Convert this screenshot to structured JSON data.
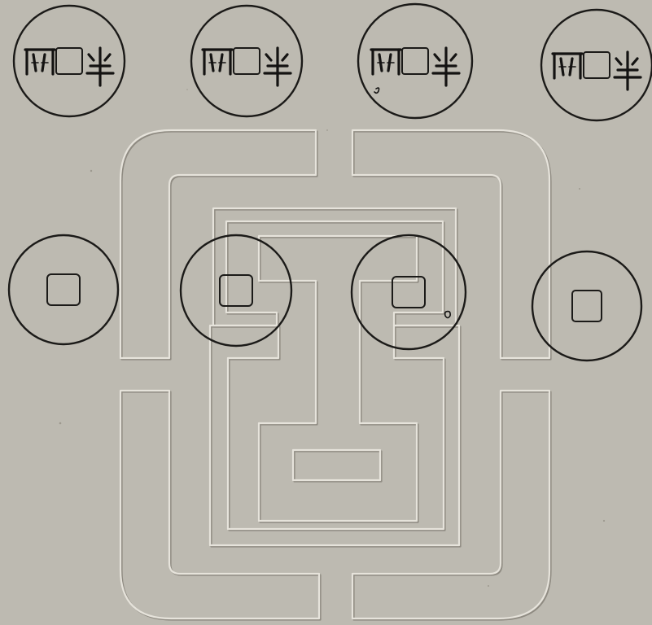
{
  "colors": {
    "paper": "#bdbab1",
    "ink": "#1b1a18",
    "emboss_shadow": "#8f8b82",
    "emboss_highlight": "#e6e3db"
  },
  "coin_rows": [
    {
      "row": "top",
      "coins": [
        {
          "id": "top-1",
          "inscription": "seal-script-banliang"
        },
        {
          "id": "top-2",
          "inscription": "seal-script-banliang"
        },
        {
          "id": "top-3",
          "inscription": "seal-script-banliang"
        },
        {
          "id": "top-4",
          "inscription": "seal-script-banliang"
        }
      ]
    },
    {
      "row": "middle",
      "coins": [
        {
          "id": "mid-1",
          "inscription": "blank"
        },
        {
          "id": "mid-2",
          "inscription": "blank"
        },
        {
          "id": "mid-3",
          "inscription": "blank"
        },
        {
          "id": "mid-4",
          "inscription": "blank"
        }
      ]
    }
  ],
  "motif": {
    "style": "blind-embossed",
    "shape": "nested-rounded-square-meander"
  }
}
